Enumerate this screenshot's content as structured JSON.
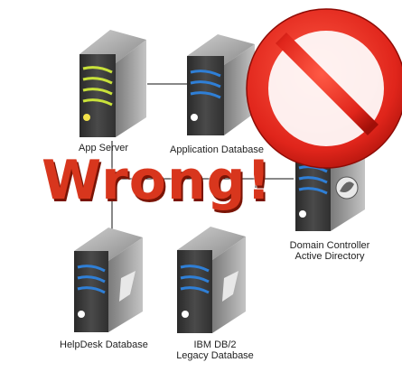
{
  "diagram": {
    "stamp_text": "Wrong!",
    "prohibition_sign": "no-entry-sign",
    "colors": {
      "sign_red": "#e0251b",
      "wrong_text": "#d8361d",
      "server_dark": "#3a3a3a",
      "app_stripe": "#c9e23a",
      "db_stripe": "#2f7fd6"
    },
    "nodes": [
      {
        "id": "app-server",
        "label": "App  Server",
        "icon": "server-icon"
      },
      {
        "id": "application-database",
        "label": "Application Database",
        "icon": "database-server-icon"
      },
      {
        "id": "domain-controller",
        "label_line1": "Domain Controller",
        "label_line2": "Active Directory",
        "icon": "domain-controller-icon"
      },
      {
        "id": "helpdesk-database",
        "label": "HelpDesk Database",
        "icon": "database-server-icon"
      },
      {
        "id": "ibm-db2",
        "label_line1": "IBM DB/2",
        "label_line2": "Legacy Database",
        "icon": "database-server-icon"
      }
    ]
  }
}
